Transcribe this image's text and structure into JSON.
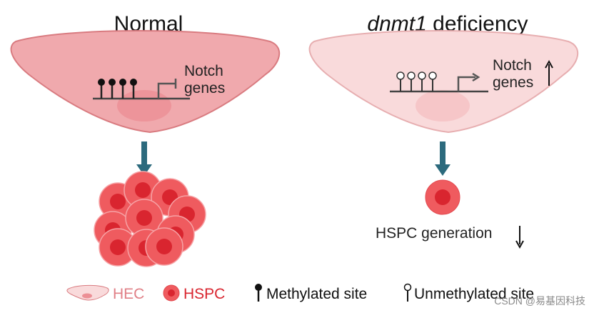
{
  "panels": {
    "normal": {
      "title": "Normal",
      "gene_label_line1": "Notch",
      "gene_label_line2": "genes"
    },
    "deficiency": {
      "title_gene": "dnmt1",
      "title_rest": " deficiency",
      "gene_label_line1": "Notch",
      "gene_label_line2": "genes",
      "result_label": "HSPC generation"
    }
  },
  "legend": {
    "hec": "HEC",
    "hspc": "HSPC",
    "methylated": "Methylated site",
    "unmethylated": "Unmethylated site"
  },
  "watermark": "CSDN @易基因科技",
  "colors": {
    "cell_fill_normal": "#f0a9ad",
    "cell_stroke_normal": "#d97b80",
    "cell_fill_deficiency": "#f9dadb",
    "cell_stroke_deficiency": "#e7aeb0",
    "nucleus_normal": "#ec8f95",
    "nucleus_deficiency": "#f5c3c5",
    "hspc_outer": "#ef5b5f",
    "hspc_inner": "#d9252f",
    "arrow": "#2c6a7d",
    "legend_hec_text": "#e07f86",
    "legend_hspc_text": "#d9252f"
  }
}
